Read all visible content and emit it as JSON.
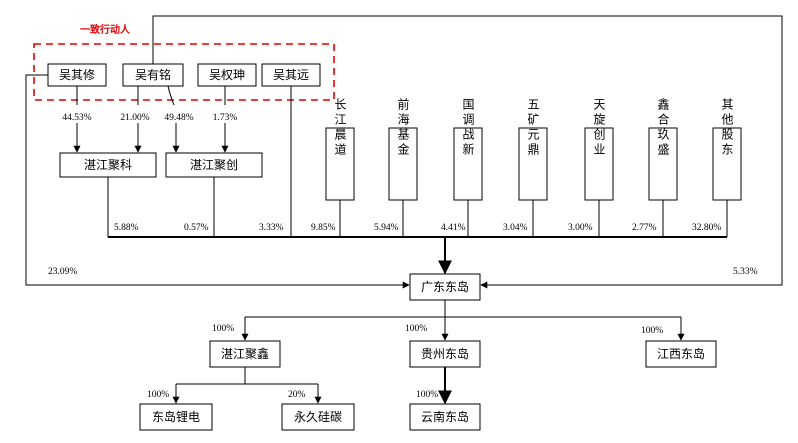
{
  "group_label": "一致行动人",
  "persons": [
    "吴其修",
    "吴有铭",
    "吴权珅",
    "吴其远"
  ],
  "mid_companies": [
    "湛江聚科",
    "湛江聚创"
  ],
  "shareholders": [
    "长江晨道",
    "前海基金",
    "国调战新",
    "五矿元鼎",
    "天旋创业",
    "鑫合玖盛",
    "其他股东"
  ],
  "center": "广东东岛",
  "subsidiaries": [
    "湛江聚鑫",
    "贵州东岛",
    "江西东岛"
  ],
  "grand_subsidiaries": [
    "东岛锂电",
    "永久硅碳",
    "云南东岛"
  ],
  "percentages": {
    "wqx_to_jk": "44.53%",
    "wym_to_jk": "21.00%",
    "wym_to_jc": "49.48%",
    "wqs_to_jc": "1.73%",
    "jk_to_center": "5.88%",
    "jc_to_center": "0.57%",
    "wqy_to_center": "3.33%",
    "sh1": "9.85%",
    "sh2": "5.94%",
    "sh3": "4.41%",
    "sh4": "3.04%",
    "sh5": "3.00%",
    "sh6": "2.77%",
    "sh7": "32.80%",
    "wqx_to_center": "23.09%",
    "wym_to_center": "5.33%",
    "center_to_jx": "100%",
    "center_to_gz": "100%",
    "center_to_jxi": "100%",
    "jx_to_dd": "100%",
    "jx_to_yj": "20%",
    "gz_to_yn": "100%"
  }
}
